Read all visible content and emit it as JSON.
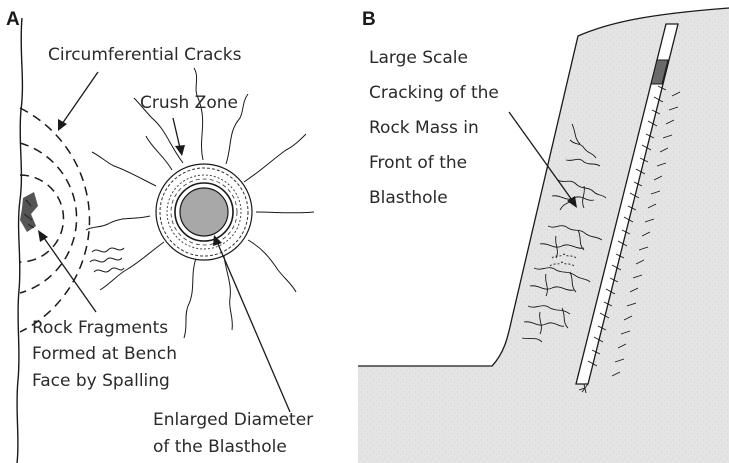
{
  "panel_a": {
    "letter": "A",
    "labels": {
      "circumferential_cracks": [
        "Circumferential Cracks"
      ],
      "crush_zone": [
        "Crush Zone"
      ],
      "rock_fragments": [
        "Rock Fragments",
        "Formed at Bench",
        "Face by Spalling"
      ],
      "enlarged_diameter": [
        "Enlarged Diameter",
        "of the Blasthole"
      ]
    }
  },
  "panel_b": {
    "letter": "B",
    "labels": {
      "large_scale_cracking": [
        "Large Scale",
        "Cracking of the",
        "Rock Mass in",
        "Front of the",
        "Blasthole"
      ]
    }
  },
  "colors": {
    "rock_fill": "#e3e3e3",
    "blasthole_fill": "#a8a8a8",
    "stemming_fill": "#6a6a6a",
    "line": "#1a1a1a"
  }
}
